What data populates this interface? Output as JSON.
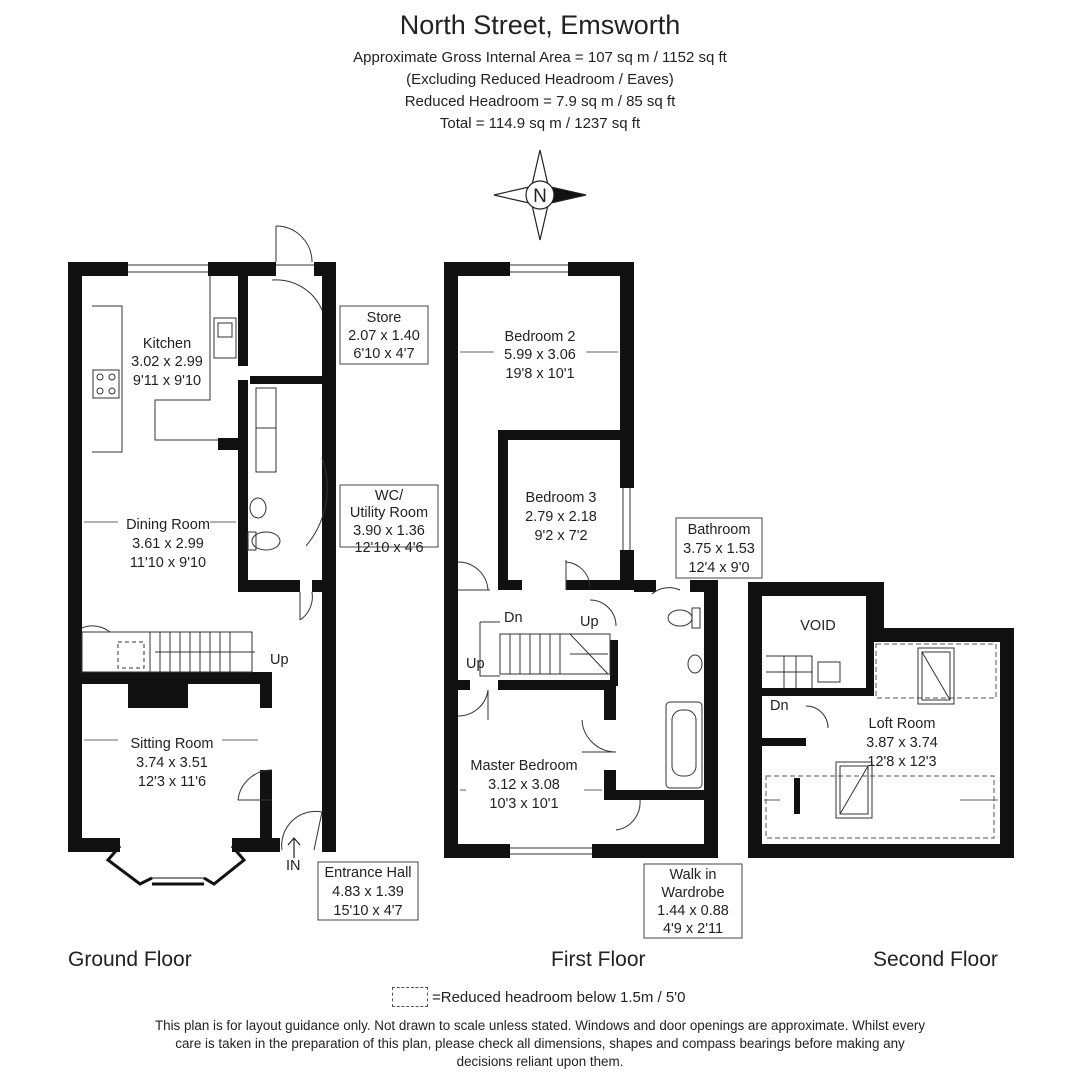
{
  "header": {
    "title": "North Street, Emsworth",
    "line1": "Approximate Gross Internal Area = 107 sq m / 1152 sq ft",
    "line2": "(Excluding Reduced Headroom / Eaves)",
    "line3": "Reduced Headroom = 7.9 sq m / 85 sq ft",
    "line4": "Total = 114.9 sq m / 1237 sq ft"
  },
  "compass": {
    "letter": "N"
  },
  "rooms": {
    "kitchen": {
      "name": "Kitchen",
      "metric": "3.02 x 2.99",
      "imperial": "9'11 x 9'10"
    },
    "dining": {
      "name": "Dining Room",
      "metric": "3.61 x 2.99",
      "imperial": "11'10 x 9'10"
    },
    "sitting": {
      "name": "Sitting Room",
      "metric": "3.74 x 3.51",
      "imperial": "12'3 x 11'6"
    },
    "store": {
      "name": "Store",
      "metric": "2.07 x 1.40",
      "imperial": "6'10 x 4'7"
    },
    "wc": {
      "name1": "WC/",
      "name2": "Utility Room",
      "metric": "3.90 x 1.36",
      "imperial": "12'10 x 4'6"
    },
    "hall": {
      "name": "Entrance Hall",
      "metric": "4.83 x 1.39",
      "imperial": "15'10 x 4'7"
    },
    "bed2": {
      "name": "Bedroom 2",
      "metric": "5.99 x 3.06",
      "imperial": "19'8 x 10'1"
    },
    "bed3": {
      "name": "Bedroom 3",
      "metric": "2.79 x 2.18",
      "imperial": "9'2 x 7'2"
    },
    "bath": {
      "name": "Bathroom",
      "metric": "3.75 x 1.53",
      "imperial": "12'4 x 9'0"
    },
    "master": {
      "name": "Master Bedroom",
      "metric": "3.12 x 3.08",
      "imperial": "10'3 x 10'1"
    },
    "wardrobe": {
      "name1": "Walk in",
      "name2": "Wardrobe",
      "metric": "1.44 x 0.88",
      "imperial": "4'9 x 2'11"
    },
    "loft": {
      "name": "Loft Room",
      "metric": "3.87 x 3.74",
      "imperial": "12'8 x 12'3"
    },
    "void": {
      "name": "VOID"
    }
  },
  "stairs": {
    "up": "Up",
    "down": "Dn",
    "entry": "IN"
  },
  "floors": {
    "ground": "Ground Floor",
    "first": "First Floor",
    "second": "Second Floor"
  },
  "legend": {
    "text": "=Reduced headroom below 1.5m / 5'0"
  },
  "disclaimer": "This plan is for layout guidance only. Not drawn to scale unless stated. Windows and door openings are approximate. Whilst every care is taken in the preparation of this plan, please check all dimensions, shapes and compass bearings before making any decisions reliant upon them."
}
